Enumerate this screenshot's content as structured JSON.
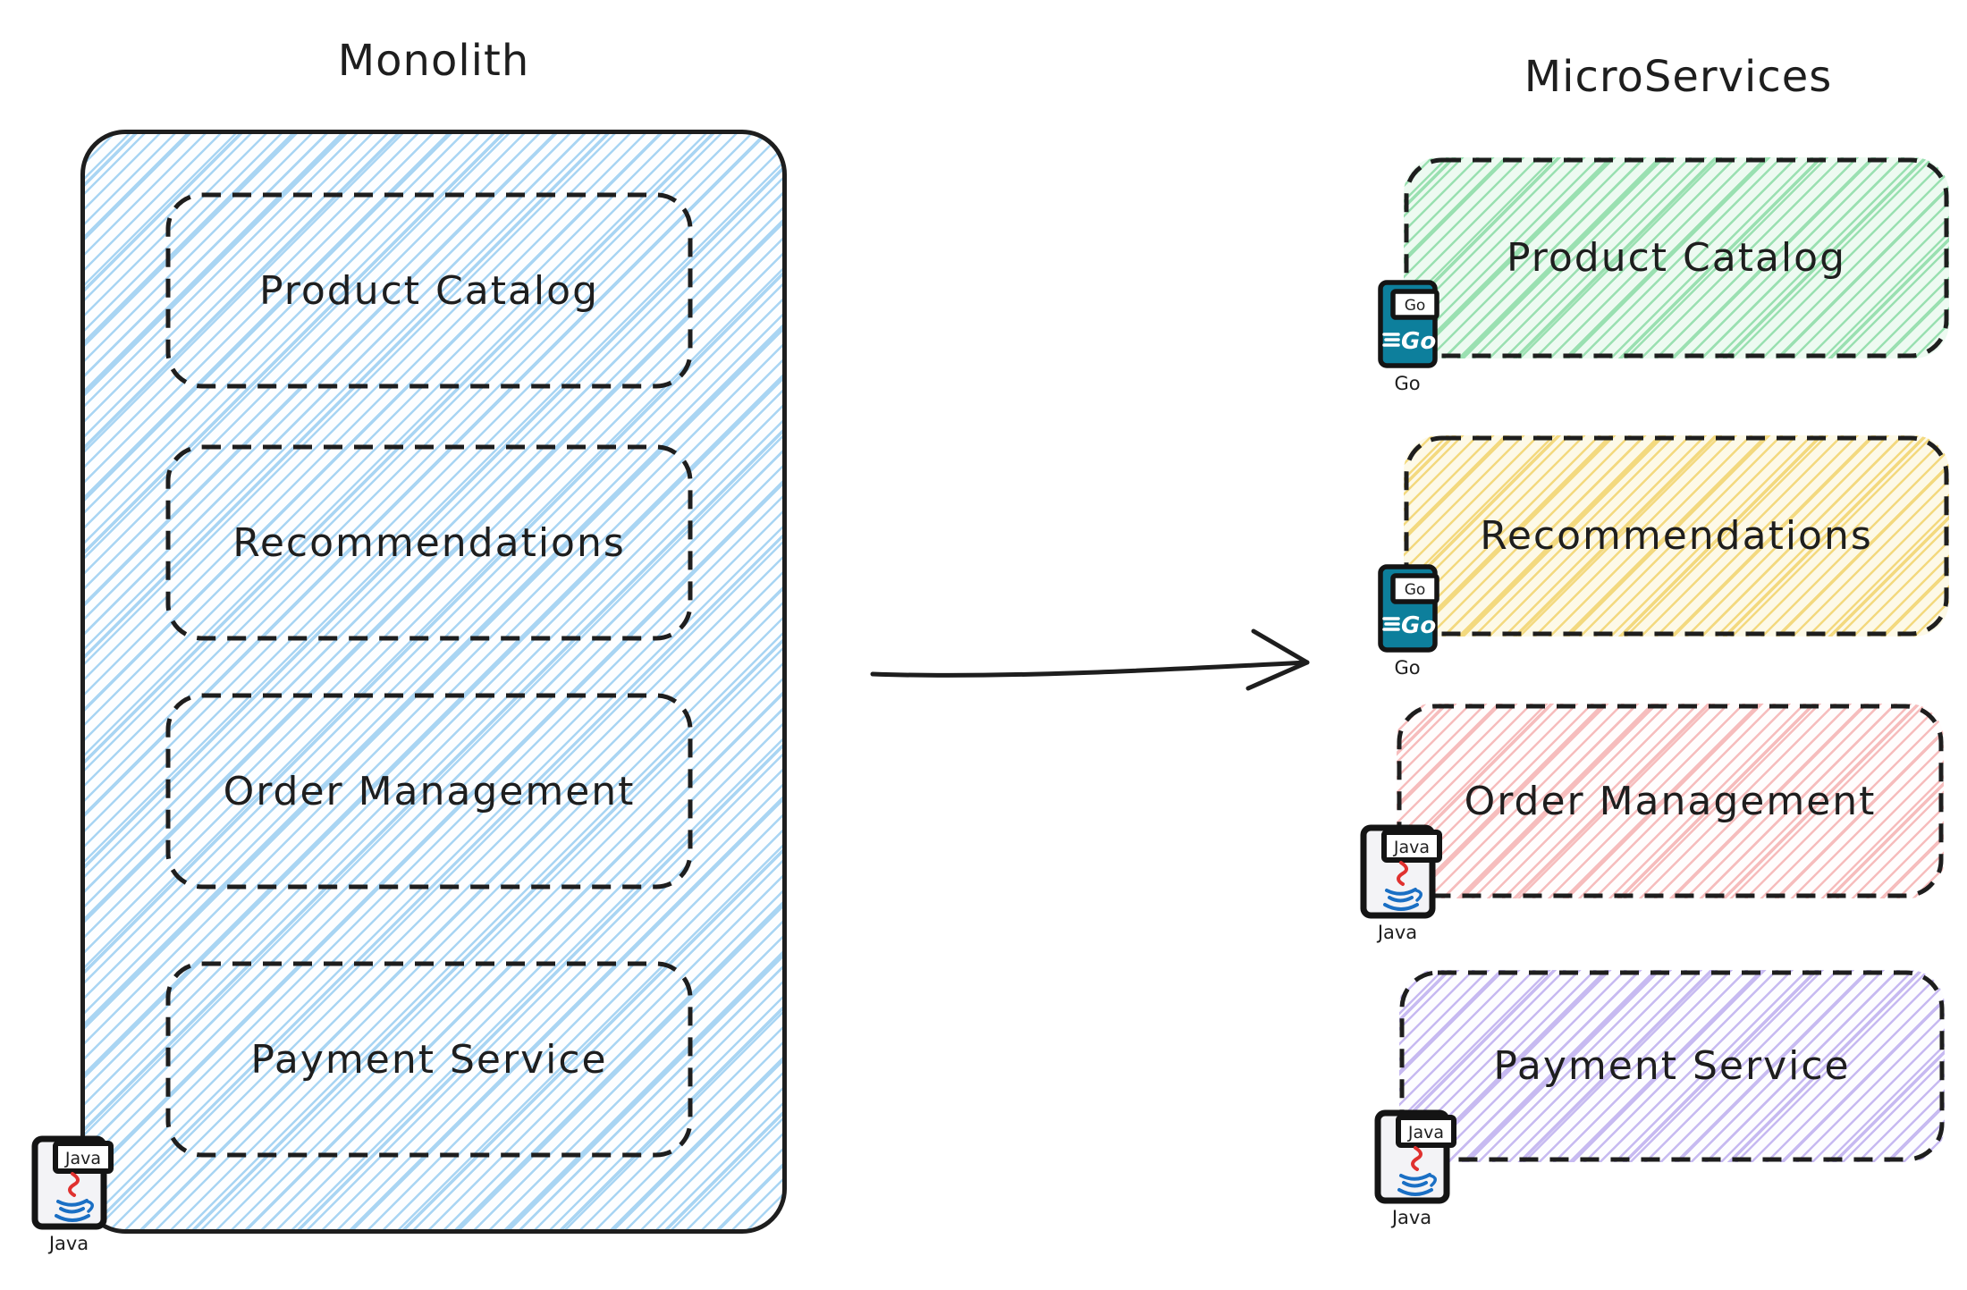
{
  "diagram": {
    "ink": "#1e1e1e",
    "left": {
      "title": "Monolith",
      "hatch": "#a9d5f3",
      "tint": "#fdfeff",
      "language": "Java",
      "services": [
        {
          "label": "Product Catalog"
        },
        {
          "label": "Recommendations"
        },
        {
          "label": "Order Management"
        },
        {
          "label": "Payment Service"
        }
      ]
    },
    "right": {
      "title": "MicroServices",
      "services": [
        {
          "label": "Product Catalog",
          "language": "Go",
          "hatch": "#9ae0b1",
          "tint": "#edfaf1"
        },
        {
          "label": "Recommendations",
          "language": "Go",
          "hatch": "#f3d97f",
          "tint": "#fdf9e7"
        },
        {
          "label": "Order Management",
          "language": "Java",
          "hatch": "#f6bdbd",
          "tint": "#fffdfd"
        },
        {
          "label": "Payment Service",
          "language": "Java",
          "hatch": "#c7baf1",
          "tint": "#fdfdff"
        }
      ]
    },
    "icons": {
      "go": {
        "tab_label": "Go",
        "logo_text": "Go",
        "caption": "Go",
        "card_color": "#0d7f9c"
      },
      "java": {
        "tab_label": "Java",
        "caption": "Java",
        "steam_color": "#e0312f",
        "cup_color": "#1a6fc4"
      }
    }
  }
}
